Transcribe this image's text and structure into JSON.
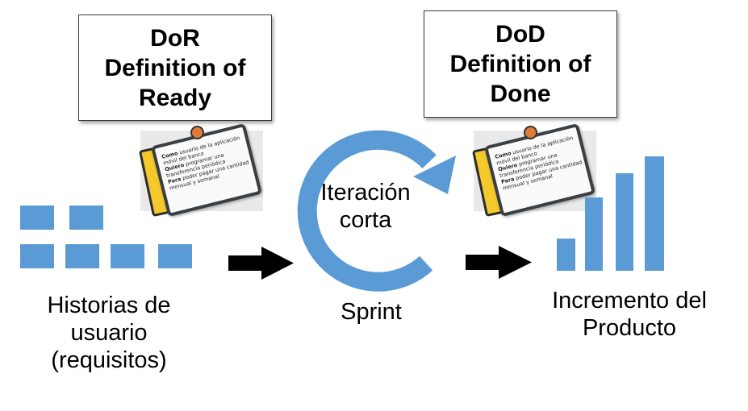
{
  "dor": {
    "line1": "DoR",
    "line2": "Definition of",
    "line3": "Ready"
  },
  "dod": {
    "line1": "DoD",
    "line2": "Definition of",
    "line3": "Done"
  },
  "story_card": {
    "line1_bold": "Como",
    "line1_rest": "usuario de la aplicación",
    "line2": "móvil del banco",
    "line3_bold": "Quiero",
    "line3_rest": "programar una",
    "line4": "transferencia periódica",
    "line5_bold": "Para",
    "line5_rest": "poder pagar una cantidad",
    "line6": "mensual y semanal"
  },
  "backlog": {
    "line1": "Historias de",
    "line2": "usuario",
    "line3": "(requisitos)"
  },
  "cycle": {
    "line1": "Iteración",
    "line2": "corta"
  },
  "sprint_label": "Sprint",
  "increment": {
    "line1": "Incremento del",
    "line2": "Producto"
  },
  "colors": {
    "accent": "#5b9bd5",
    "arrow": "#000000"
  },
  "increment_bar_levels": [
    0.28,
    0.64,
    0.85,
    1.0
  ]
}
